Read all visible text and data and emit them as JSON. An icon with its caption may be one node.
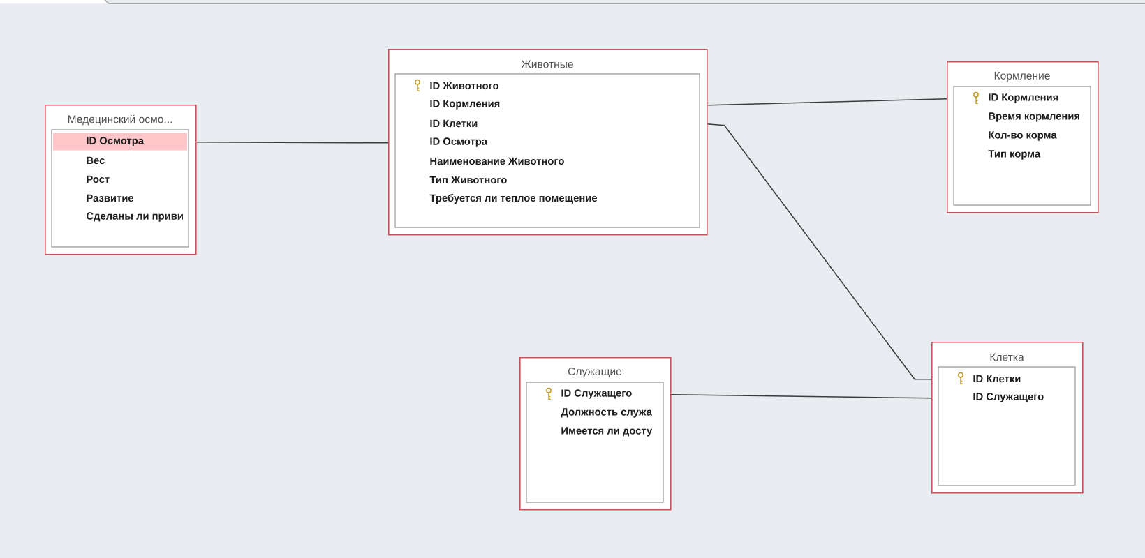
{
  "diagram": {
    "nodes": [
      {
        "text": [
          "Медецинский осмо...",
          "ID Осмотра",
          "Вес",
          "Рост",
          "Развитие",
          "Сделаны ли приви"
        ]
      },
      {
        "text": [
          "Животные",
          "ID Животного",
          "ID Кормления",
          "ID Клетки",
          "ID Осмотра",
          "Наименование Животного",
          "Тип Животного",
          "Требуется ли теплое помещение"
        ]
      },
      {
        "text": [
          "Кормление",
          "ID Кормления",
          "Время кормления",
          "Кол-во корма",
          "Тип корма"
        ]
      },
      {
        "text": [
          "Служащие",
          "ID Служащего",
          "Должность служа",
          "Имеется ли досту"
        ]
      },
      {
        "text": [
          "Клетка",
          "ID Клетки",
          "ID Служащего"
        ]
      }
    ],
    "edges": [
      {
        "from": 0,
        "to": 1,
        "arrow": "none"
      },
      {
        "from": 1,
        "to": 2,
        "arrow": "none"
      },
      {
        "from": 1,
        "to": 4,
        "arrow": "none"
      },
      {
        "from": 3,
        "to": 4,
        "arrow": "none"
      }
    ]
  }
}
